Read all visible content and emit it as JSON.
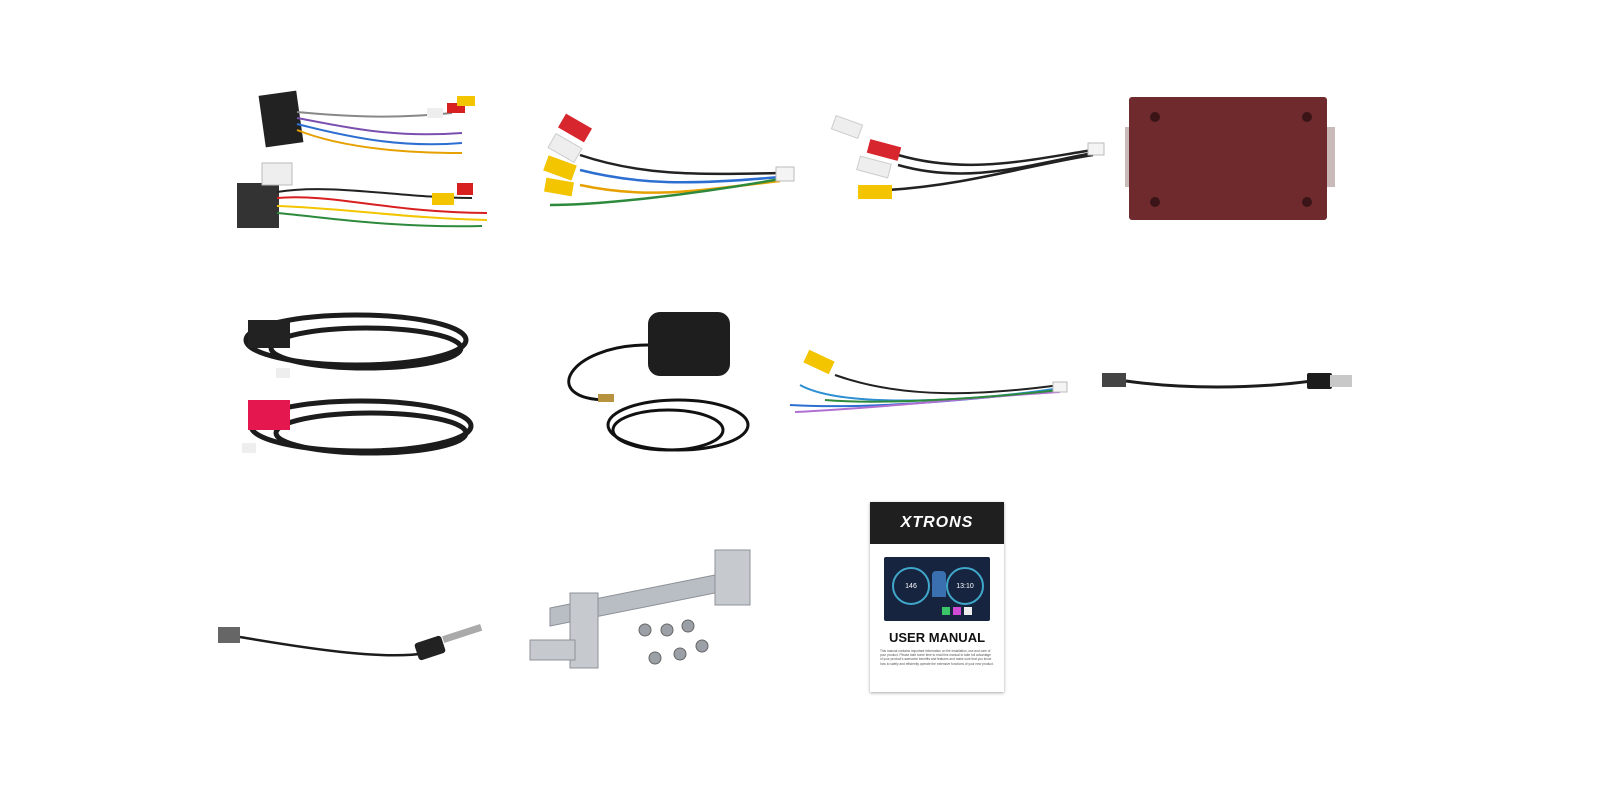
{
  "manual": {
    "brand": "XTRONS",
    "title": "USER MANUAL",
    "screen_speed": "146",
    "screen_time": "13:10",
    "body_text": "This manual contains important information on the installation, use and care of your product. Please take some time to read this manual to take full advantage of your product's awesome benefits and features and make sure that you know how to safely and efficiently operate the extensive functions of your new product."
  },
  "colors": {
    "background": "#ffffff",
    "cable": "#1c1c1c",
    "rca_red": "#d8262e",
    "rca_yellow": "#f2c500",
    "rca_white": "#eeeeee",
    "module": "#6e2a2d",
    "bracket": "#b9bec4"
  }
}
